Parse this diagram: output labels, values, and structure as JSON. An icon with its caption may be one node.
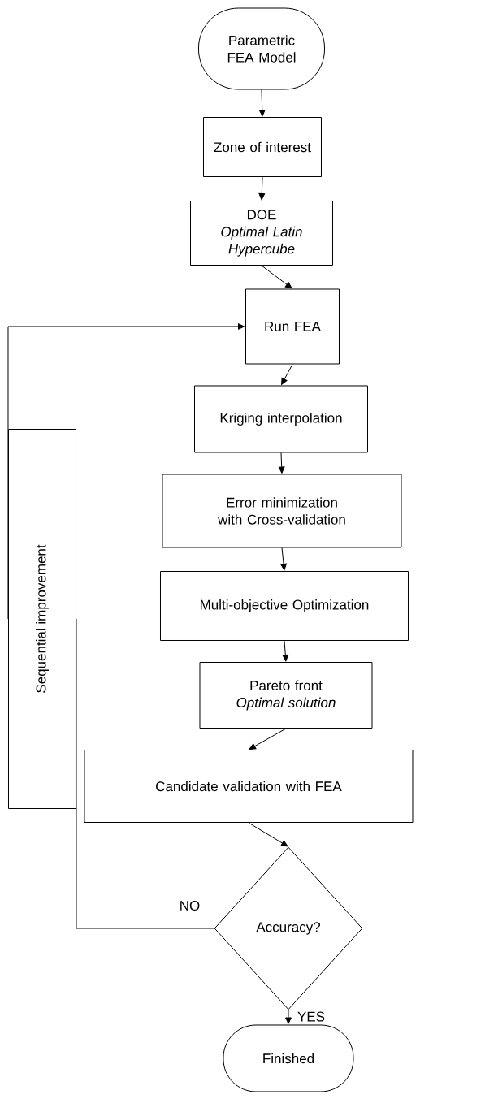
{
  "diagram": {
    "nodes": [
      {
        "text": [
          "Parametric FEA Model"
        ]
      },
      {
        "text": [
          "Zone of interest"
        ]
      },
      {
        "text": [
          "DOE",
          "Optimal Latin Hypercube"
        ]
      },
      {
        "text": [
          "Run FEA"
        ]
      },
      {
        "text": [
          "Kriging interpolation"
        ]
      },
      {
        "text": [
          "Error minimization with Cross-validation"
        ]
      },
      {
        "text": [
          "Multi-objective Optimization"
        ]
      },
      {
        "text": [
          "Pareto front",
          "Optimal solution"
        ]
      },
      {
        "text": [
          "Candidate validation with FEA"
        ]
      },
      {
        "text": [
          "Accuracy?"
        ]
      },
      {
        "text": [
          "Finished"
        ]
      },
      {
        "text": [
          "Sequential improvement"
        ]
      }
    ],
    "edges": [
      {
        "from": 0,
        "to": 1,
        "arrow": "to"
      },
      {
        "from": 1,
        "to": 2,
        "arrow": "to"
      },
      {
        "from": 2,
        "to": 3,
        "arrow": "to"
      },
      {
        "from": 3,
        "to": 4,
        "arrow": "to"
      },
      {
        "from": 4,
        "to": 5,
        "arrow": "to"
      },
      {
        "from": 5,
        "to": 6,
        "arrow": "to"
      },
      {
        "from": 6,
        "to": 7,
        "arrow": "to"
      },
      {
        "from": 7,
        "to": 8,
        "arrow": "to"
      },
      {
        "from": 8,
        "to": 9,
        "arrow": "to"
      },
      {
        "from": 9,
        "to": 10,
        "arrow": "to",
        "label": "YES"
      },
      {
        "from": 9,
        "to": 11,
        "arrow": "none",
        "label": "NO"
      },
      {
        "from": 11,
        "to": 3,
        "arrow": "to"
      }
    ]
  }
}
